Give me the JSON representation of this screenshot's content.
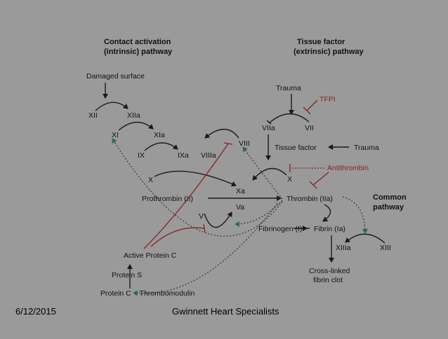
{
  "headers": {
    "contact_line1": "Contact activation",
    "contact_line2": "(intrinsic) pathway",
    "tissue_line1": "Tissue factor",
    "tissue_line2": "(extrinsic) pathway",
    "common_line1": "Common",
    "common_line2": "pathway"
  },
  "factors": {
    "damaged_surface": "Damaged surface",
    "xii": "XII",
    "xiia": "XIIa",
    "xi": "XI",
    "xia": "XIa",
    "ix": "IX",
    "ixa": "IXa",
    "viiia": "VIIIa",
    "viii": "VIII",
    "x_left": "X",
    "xa": "Xa",
    "prothrombin": "Prothrombin (II)",
    "va": "Va",
    "v": "V",
    "thrombin": "Thrombin (IIa)",
    "trauma_top": "Trauma",
    "tfpi": "TFPI",
    "viia": "VIIa",
    "vii": "VII",
    "tissue_factor": "Tissue factor",
    "trauma_right": "Trauma",
    "antithrombin": "Antithrombin",
    "x_right": "X",
    "fibrinogen": "Fibrinogen (I)",
    "fibrin": "Fibrin (Ia)",
    "xiiia": "XIIIa",
    "xiii": "XIII",
    "crosslinked_line1": "Cross-linked",
    "crosslinked_line2": "fibrin clot",
    "active_protein_c": "Active Protein C",
    "protein_s": "Protein S",
    "protein_c_tm": "Protein C + Thrombomodulin"
  },
  "colors": {
    "background": "#9a9a9a",
    "line": "#1a1a1a",
    "inhibitor": "#8b2020",
    "feedback_green": "#2e6b4a"
  },
  "footer": {
    "date": "6/12/2015",
    "organization": "Gwinnett Heart Specialists"
  }
}
